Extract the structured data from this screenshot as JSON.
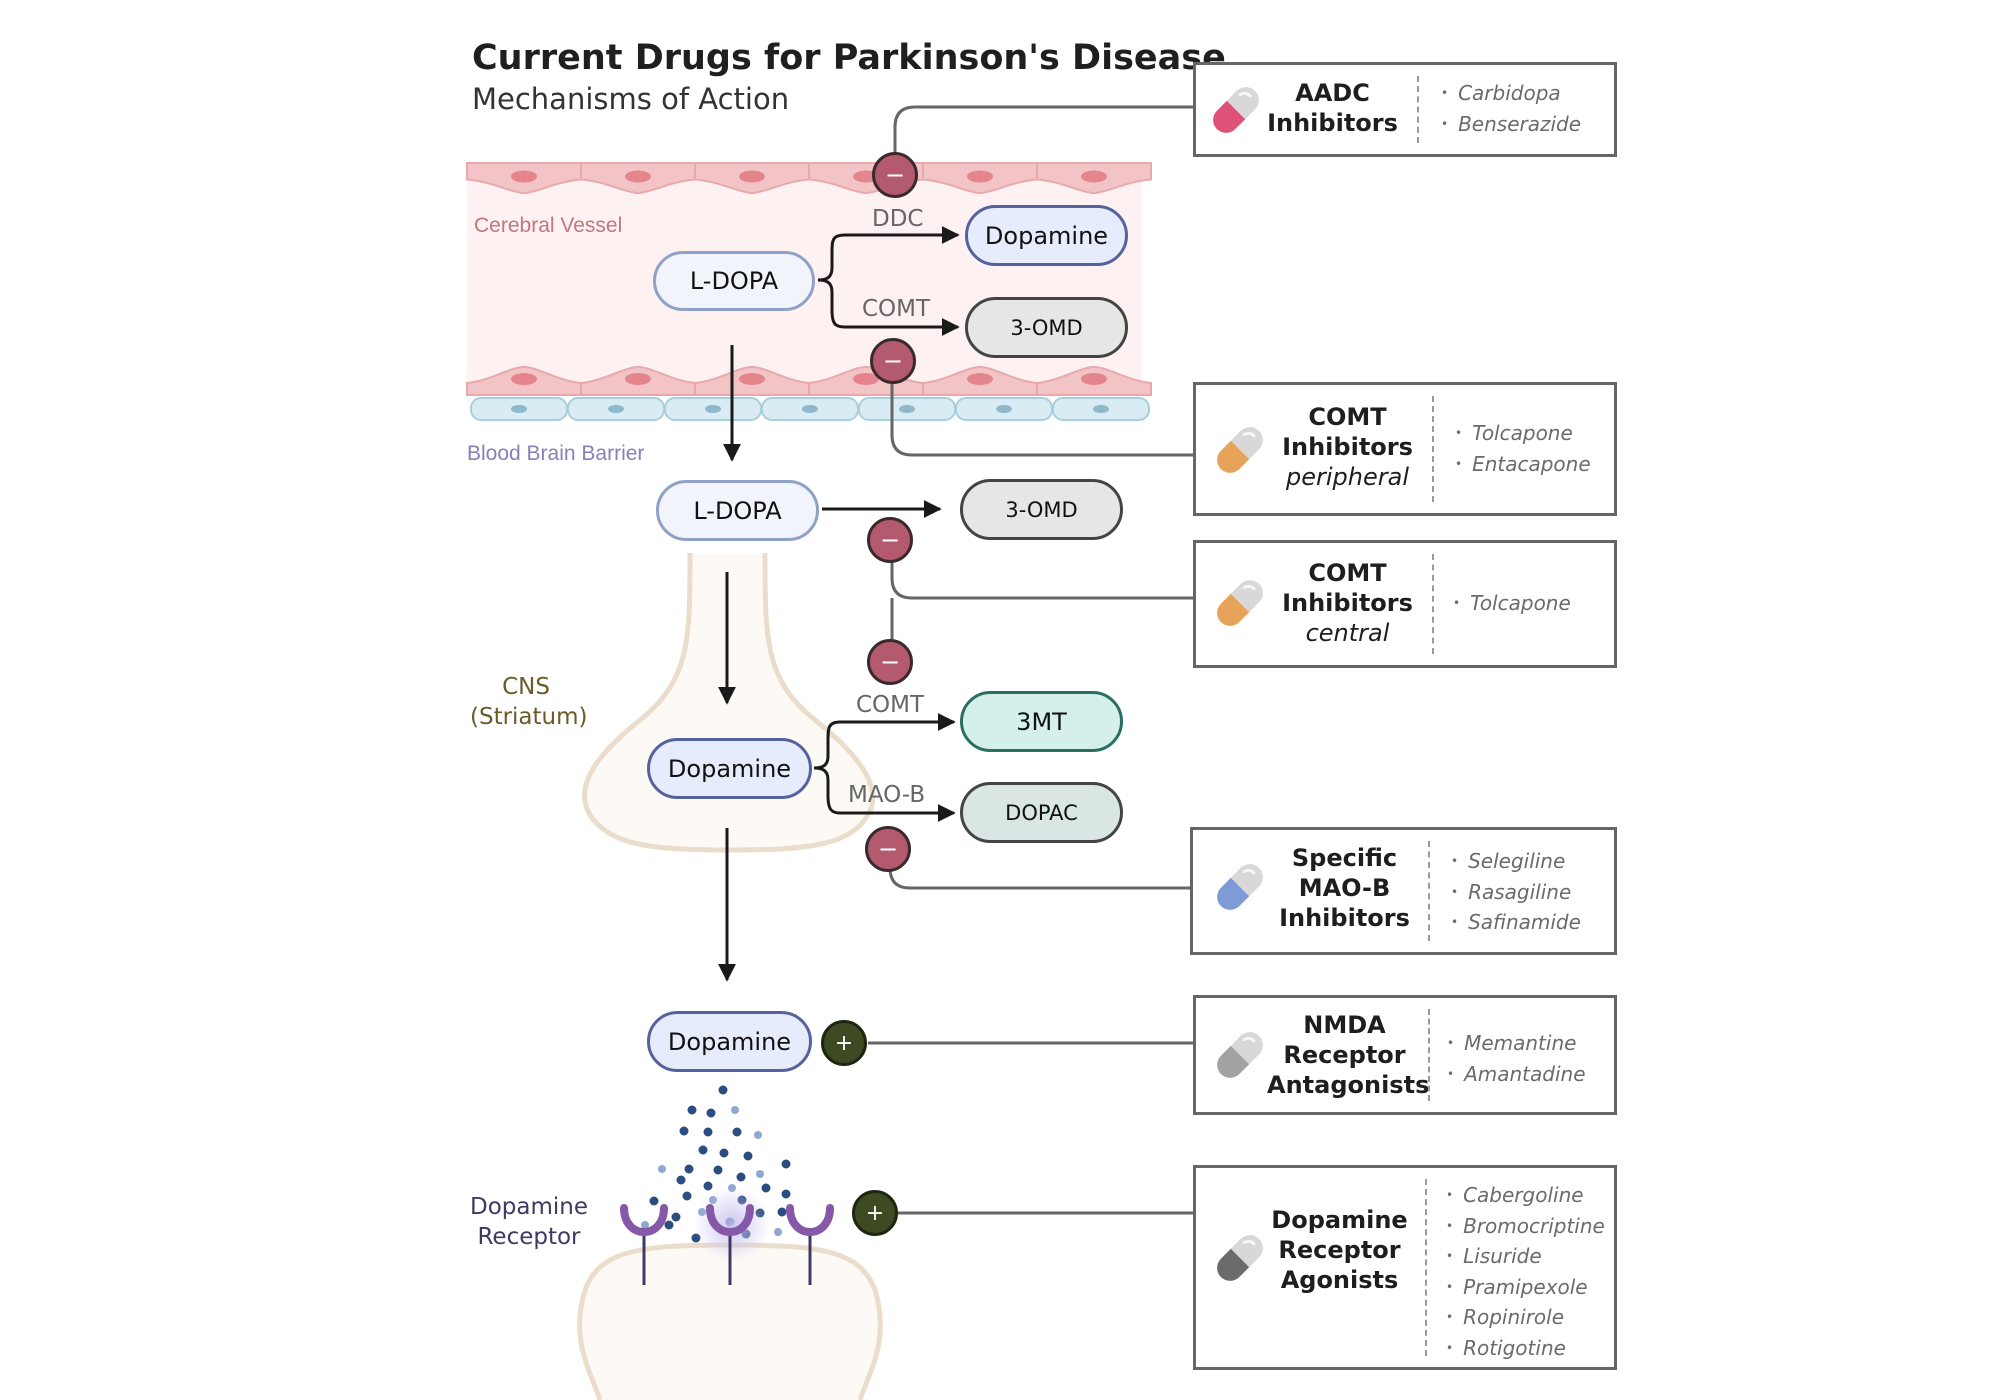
{
  "title": "Current Drugs for Parkinson's Disease",
  "subtitle": "Mechanisms of Action",
  "regions": {
    "vessel": "Cerebral Vessel",
    "bbb": "Blood Brain Barrier",
    "cns_line1": "CNS",
    "cns_line2": "(Striatum)",
    "receptor_line1": "Dopamine",
    "receptor_line2": "Receptor"
  },
  "nodes": {
    "ldopa_vessel": "L-DOPA",
    "dopamine_vessel": "Dopamine",
    "omd_vessel": "3-OMD",
    "ldopa_cns": "L-DOPA",
    "omd_cns": "3-OMD",
    "dopamine_cns": "Dopamine",
    "mt_cns": "3MT",
    "dopac_cns": "DOPAC",
    "dopamine_synapse": "Dopamine"
  },
  "enzymes": {
    "ddc": "DDC",
    "comt_vessel": "COMT",
    "comt_cns": "COMT",
    "maob": "MAO-B"
  },
  "symbols": {
    "minus": "−",
    "plus": "+"
  },
  "drug_classes": [
    {
      "id": "aadc",
      "title_lines": [
        "AADC",
        "Inhibitors"
      ],
      "subtitle": "",
      "drugs": [
        "Carbidopa",
        "Benserazide"
      ],
      "pill_color": "#e0517a"
    },
    {
      "id": "comt-peripheral",
      "title_lines": [
        "COMT",
        "Inhibitors"
      ],
      "subtitle": "peripheral",
      "drugs": [
        "Tolcapone",
        "Entacapone"
      ],
      "pill_color": "#e8a35a"
    },
    {
      "id": "comt-central",
      "title_lines": [
        "COMT",
        "Inhibitors"
      ],
      "subtitle": "central",
      "drugs": [
        "Tolcapone"
      ],
      "pill_color": "#e8a35a"
    },
    {
      "id": "maob",
      "title_lines": [
        "Specific",
        "MAO-B",
        "Inhibitors"
      ],
      "subtitle": "",
      "drugs": [
        "Selegiline",
        "Rasagiline",
        "Safinamide"
      ],
      "pill_color": "#7e9bd8"
    },
    {
      "id": "nmda",
      "title_lines": [
        "NMDA",
        "Receptor",
        "Antagonists"
      ],
      "subtitle": "",
      "drugs": [
        "Memantine",
        "Amantadine"
      ],
      "pill_color": "#a3a3a3"
    },
    {
      "id": "agonists",
      "title_lines": [
        "Dopamine",
        "Receptor",
        "Agonists"
      ],
      "subtitle": "",
      "drugs": [
        "Cabergoline",
        "Bromocriptine",
        "Lisuride",
        "Pramipexole",
        "Ropinirole",
        "Rotigotine"
      ],
      "pill_color": "#6b6b6b"
    }
  ],
  "colors": {
    "vessel_bg": "#fdf1f1",
    "vessel_cell": "#f3c4c6",
    "bbb_cell": "#d9ecf3",
    "inhibit": "#b45a6f",
    "potentiate": "#3d4a22",
    "neuron_outline": "#eaddcc",
    "receptor": "#8559a8",
    "vesicle": "#2c4d80"
  }
}
